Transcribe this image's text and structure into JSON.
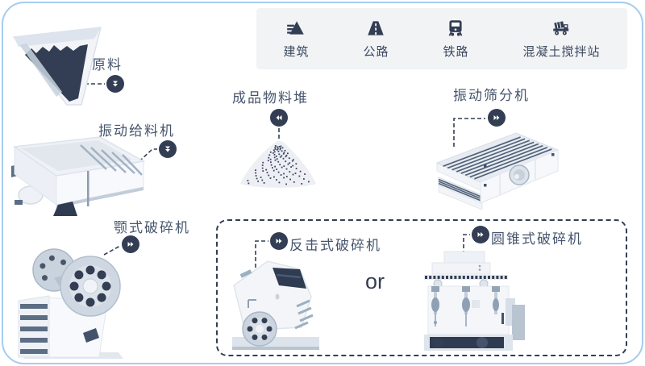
{
  "colors": {
    "navy": "#333e54",
    "frame_blue": "#a6cbef",
    "panel_bg": "#f2f3f5",
    "label_text": "#46556d",
    "machine_light": "#f3f5f9",
    "machine_mid": "#c9d3de",
    "slat_dark": "#51637a"
  },
  "applications": {
    "items": [
      {
        "label": "建筑",
        "icon": "building-icon"
      },
      {
        "label": "公路",
        "icon": "highway-icon"
      },
      {
        "label": "铁路",
        "icon": "railway-icon"
      },
      {
        "label": "混凝土搅拌站",
        "icon": "mixer-truck-icon"
      }
    ]
  },
  "flow": {
    "raw_material": {
      "label": "原料"
    },
    "vibrating_feeder": {
      "label": "振动给料机"
    },
    "jaw_crusher": {
      "label": "颚式破碎机"
    },
    "product_pile": {
      "label": "成品物料堆"
    },
    "vibrating_screen": {
      "label": "振动筛分机"
    },
    "impact_crusher": {
      "label": "反击式破碎机"
    },
    "cone_crusher": {
      "label": "圆锥式破碎机"
    },
    "or_label": "or"
  }
}
